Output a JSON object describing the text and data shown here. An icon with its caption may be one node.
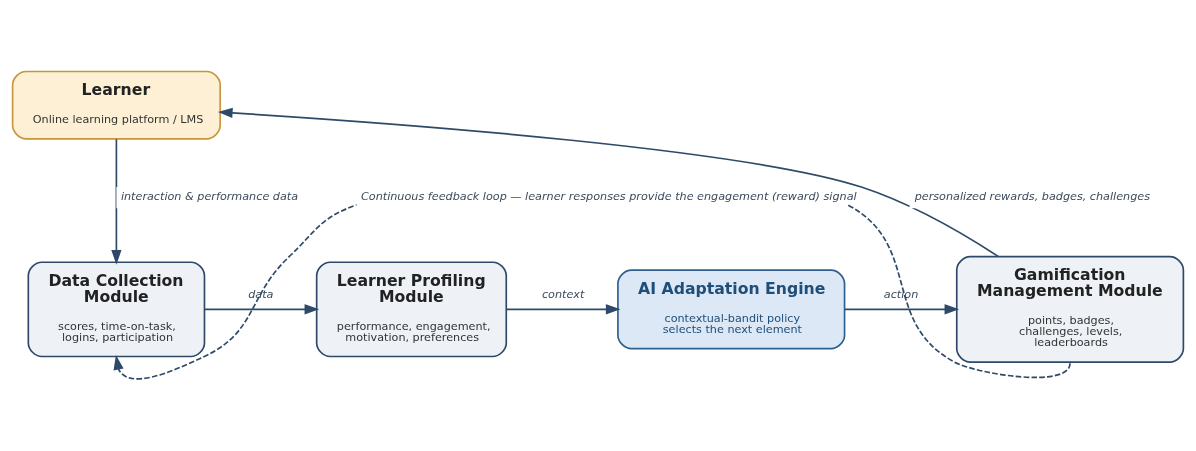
{
  "diagram": {
    "nodes": [
      {
        "text": [
          "Learner",
          "Online learning platform / LMS"
        ]
      },
      {
        "text": [
          "Data Collection Module",
          "scores, time-on-task, logins, participation"
        ]
      },
      {
        "text": [
          "Learner Profiling Module",
          "performance, engagement, motivation, preferences"
        ]
      },
      {
        "text": [
          "AI Adaptation Engine",
          "contextual-bandit policy selects the next element"
        ]
      },
      {
        "text": [
          "Gamification Management Module",
          "points, badges, challenges, levels, leaderboards"
        ]
      }
    ],
    "edges": [
      {
        "from": 0,
        "to": 1,
        "arrow": "to",
        "label": "interaction & performance data"
      },
      {
        "from": 1,
        "to": 2,
        "arrow": "to",
        "label": "data"
      },
      {
        "from": 2,
        "to": 3,
        "arrow": "to",
        "label": "context"
      },
      {
        "from": 3,
        "to": 4,
        "arrow": "to",
        "label": "action"
      },
      {
        "from": 4,
        "to": 0,
        "arrow": "to",
        "label": "personalized rewards, badges, challenges"
      },
      {
        "from": 4,
        "to": 1,
        "arrow": "to",
        "label": "Continuous feedback loop — learner responses provide the engagement (reward) signal",
        "style": "dashed"
      }
    ]
  }
}
